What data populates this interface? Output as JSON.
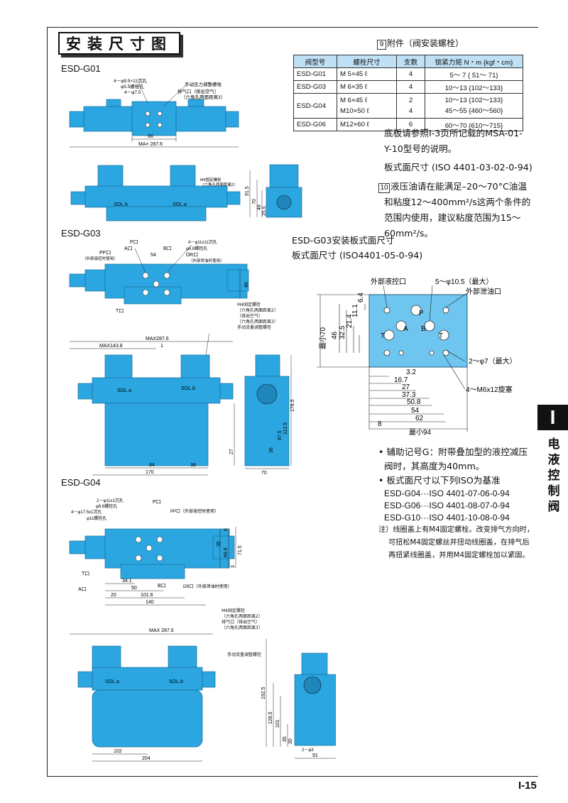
{
  "title": "安装尺寸图",
  "models": {
    "g01": "ESD-G01",
    "g03": "ESD-G03",
    "g04": "ESD-G04"
  },
  "accessory": {
    "num": "9",
    "label": "附件（阀安装螺栓）"
  },
  "table": {
    "headers": [
      "阀型号",
      "螺栓尺寸",
      "支数",
      "锁紧力矩 N・m {kgf・cm}"
    ],
    "rows": [
      {
        "model": "ESD-G01",
        "bolt": [
          "M  5×45 ℓ"
        ],
        "qty": [
          "4"
        ],
        "torque": [
          "5～  7 { 51～  71}"
        ]
      },
      {
        "model": "ESD-G03",
        "bolt": [
          "M  6×35 ℓ"
        ],
        "qty": [
          "4"
        ],
        "torque": [
          "10～13 {102～133}"
        ]
      },
      {
        "model": "ESD-G04",
        "bolt": [
          "M  6×45 ℓ",
          "M10×50 ℓ"
        ],
        "qty": [
          "2",
          "4"
        ],
        "torque": [
          "10～13 {102～133}",
          "45～55 {460～560}"
        ]
      },
      {
        "model": "ESD-G06",
        "bolt": [
          "M12×60 ℓ"
        ],
        "qty": [
          "6"
        ],
        "torque": [
          "60～70 {610～715}"
        ]
      }
    ]
  },
  "text": {
    "p1a": "底板请参照I-3页所记载的MSA-01-",
    "p1b": "Y-10型号的说明。",
    "p2": "板式面尺寸 (ISO 4401-03-02-0-94)",
    "p3num": "10",
    "p3a": "液压油请在能满足–20～70°C油温",
    "p3b": "和粘度12～400mm²/s这两个条件的",
    "p3c": "范围内使用，建议粘度范围为15～",
    "p3d": "60mm²/s。"
  },
  "g03plate": {
    "title": "ESD-G03安装板式面尺寸",
    "subtitle": "板式面尺寸 (ISO4401-05-0-94)",
    "labels": {
      "ext_pilot": "外部液控口",
      "holes": "5～φ10.5（最大）",
      "ext_drain": "外部泄油口",
      "pins": "2～φ7（最大）",
      "screws": "4～M6x12旋塞",
      "min70": "最小70",
      "min94": "最小94"
    },
    "vdims": [
      "6.4",
      "11.1",
      "21.4",
      "32.5",
      "46"
    ],
    "hdims": [
      "3.2",
      "16.7",
      "27",
      "37.3",
      "50.8",
      "54",
      "62",
      "8"
    ],
    "ports": [
      "P",
      "A",
      "B",
      "T",
      "T"
    ]
  },
  "bullets": {
    "b1a": "• 辅助记号G：附带叠加型的液控减压",
    "b1b": "阀时，其高度为40mm。",
    "b2": "• 板式面尺寸以下列ISO为基准",
    "iso1": "ESD-G04···ISO 4401-07-06-0-94",
    "iso2": "ESD-G06···ISO 4401-08-07-0-94",
    "iso3": "ESD-G10···ISO 4401-10-08-0-94"
  },
  "note": {
    "n1": "注）线圈盖上有M4固定螺栓。改变排气方向时，",
    "n2": "可扭松M4固定螺丝并扭动线圈盖，在排气后",
    "n3": "再扭紧线圈盖，并用M4固定螺栓加以紧固。"
  },
  "side": {
    "letter": "I",
    "text": [
      "电",
      "液",
      "控",
      "制",
      "阀"
    ]
  },
  "page": "I-15",
  "d1": {
    "a1": "4－φ9.5×11沉孔",
    "a2": "φ5.5螺栓孔",
    "a3": "4－φ7.5",
    "a4": "手动压力调整螺栓",
    "a5": "排气口（排出空气）",
    "a6": "（六角孔两面距离3）",
    "w66": "66",
    "wmax": "MA× 287.6"
  },
  "d2": {
    "m4a": "M4固定螺栓",
    "m4b": "（六角孔两面距离2）",
    "sola": "SOL.b",
    "solb": "SOL.a",
    "h915": "91.5",
    "h70": "70",
    "h48": "48",
    "h255": "25.5"
  },
  "d3": {
    "p": "P口",
    "a": "A口",
    "b": "B口",
    "pp": "PP口",
    "ppn": "（外部液控时使用）",
    "h11": "4－φ11x11沉孔",
    "h68": "φ6.8螺栓孔",
    "dr": "DR口",
    "drn": "（外部泄油时使用）",
    "t": "T口",
    "w54": "54",
    "v46": "46"
  },
  "d4": {
    "max287": "MAX287.6",
    "max143": "MAX143.8",
    "one": "1",
    "m4a": "M4固定螺栓",
    "m4b": "（六角孔两面距离2）",
    "m4c": "（排出空气）",
    "m4d": "（六角孔两面距离3）",
    "m4e": "手动流量调整螺栓",
    "sola": "SOL.a",
    "solb": "SOL.b",
    "h1785": "178.5",
    "h1125": "112.5",
    "h875": "87.5",
    "h36": "36",
    "h27": "27",
    "w94": "94",
    "w38": "38",
    "w170": "170",
    "w70": "70"
  },
  "d5": {
    "h11": "2－φ11x1沉孔",
    "h66": "φ6.6螺栓孔",
    "h175": "4－φ17.5x1沉孔",
    "h11b": "φ11螺栓孔",
    "p": "P口",
    "pp": "PP口（外部液控时使用）",
    "t": "T口",
    "a": "A口",
    "b": "B口",
    "dr": "DR口（外部泄油时使用）",
    "w341": "34.1",
    "w50": "50",
    "w1016": "101.6",
    "w140": "140",
    "w20": "20",
    "v6": "6",
    "v35": "35",
    "v699": "69.9",
    "v715": "71.5",
    "v3": "3"
  },
  "d6": {
    "max": "MAX 287.6",
    "m4a": "M4固定螺栓",
    "m4b": "（六角孔两面距离2）",
    "m4c": "排气口（排出空气）",
    "m4d": "（六角孔两面距离3）",
    "m4e": "手动流量调整螺栓",
    "sola": "SOL.a",
    "solb": "SOL.b",
    "h1925": "192.5",
    "h1285": "128.5",
    "h101": "101",
    "h35": "35",
    "h30": "30",
    "w102": "102",
    "w204": "204",
    "w91": "91",
    "phi3": "2－φ3"
  }
}
